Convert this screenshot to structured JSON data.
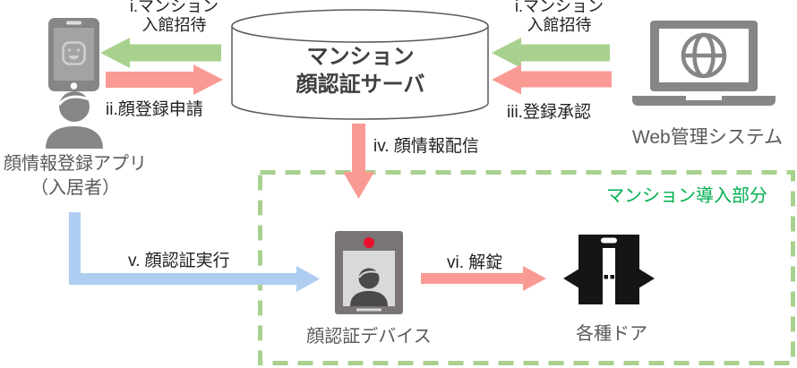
{
  "colors": {
    "green": "#a9d18e",
    "pink": "#f99b94",
    "blue": "#aecdf0",
    "zone_border": "#a9d18e",
    "zone_text": "#00b050",
    "icon_gray": "#868686",
    "device_body": "#7a7474",
    "device_screen": "#d9d9d9",
    "red_led": "#e8112d",
    "door_black": "#151515",
    "cylinder_outline": "#595959"
  },
  "server": {
    "line1": "マンション",
    "line2": "顔認証サーバ"
  },
  "nodes": {
    "app_label_line1": "顔情報登録アプリ",
    "app_label_line2": "（入居者）",
    "web_label": "Web管理システム",
    "device_label": "顔認証デバイス",
    "door_label": "各種ドア"
  },
  "zone": {
    "label": "マンション導入部分"
  },
  "flows": {
    "invite_left_line1": "i.マンション",
    "invite_left_line2": "入館招待",
    "register": "ii.顔登録申請",
    "invite_right_line1": "i.マンション",
    "invite_right_line2": "入館招待",
    "approve": "iii.登録承認",
    "distribute": "iv. 顔情報配信",
    "authenticate": "v. 顔認証実行",
    "unlock": "vi. 解錠"
  }
}
